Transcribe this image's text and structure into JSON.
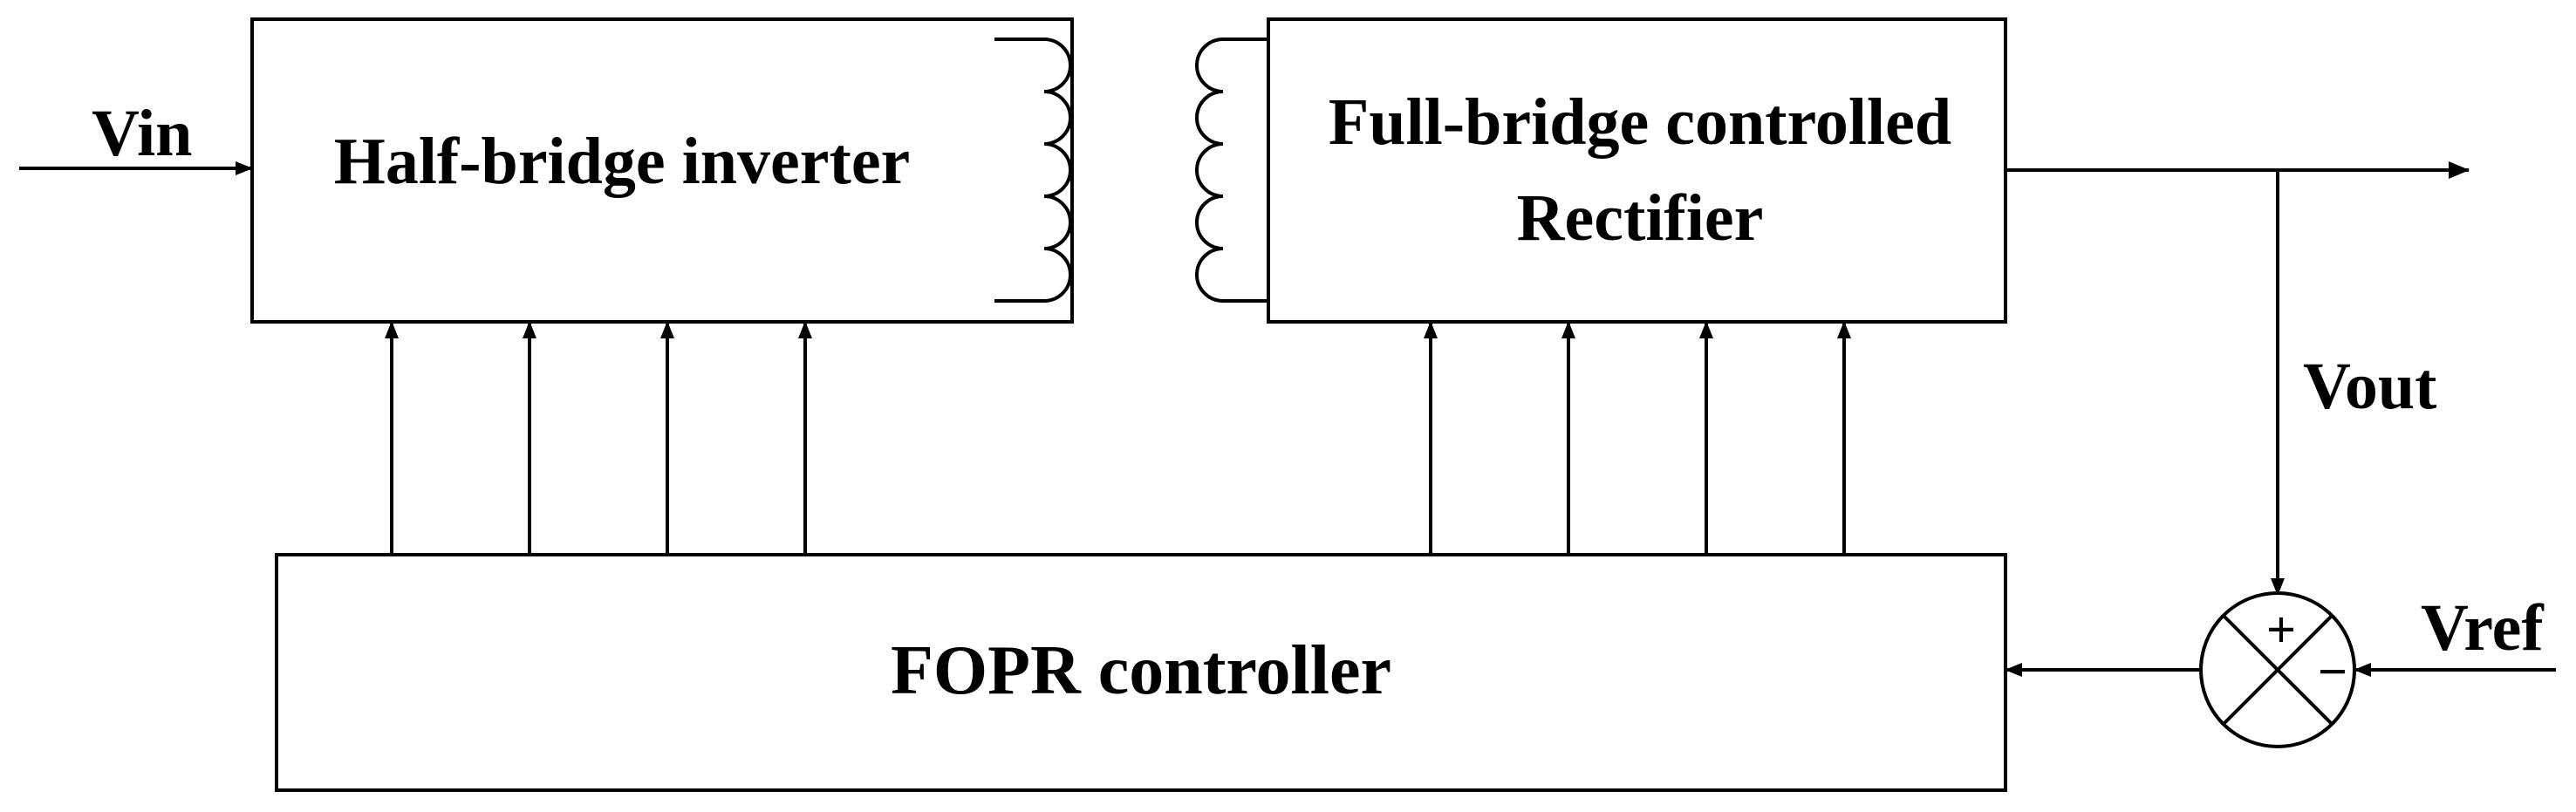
{
  "blocks": {
    "inverter_label": "Half-bridge inverter",
    "rectifier_label_line1": "Full-bridge controlled",
    "rectifier_label_line2": "Rectifier",
    "controller_label": "FOPR controller"
  },
  "signals": {
    "vin": "Vin",
    "vout": "Vout",
    "vref": "Vref"
  },
  "summing_junction": {
    "plus": "+",
    "minus": "−"
  }
}
